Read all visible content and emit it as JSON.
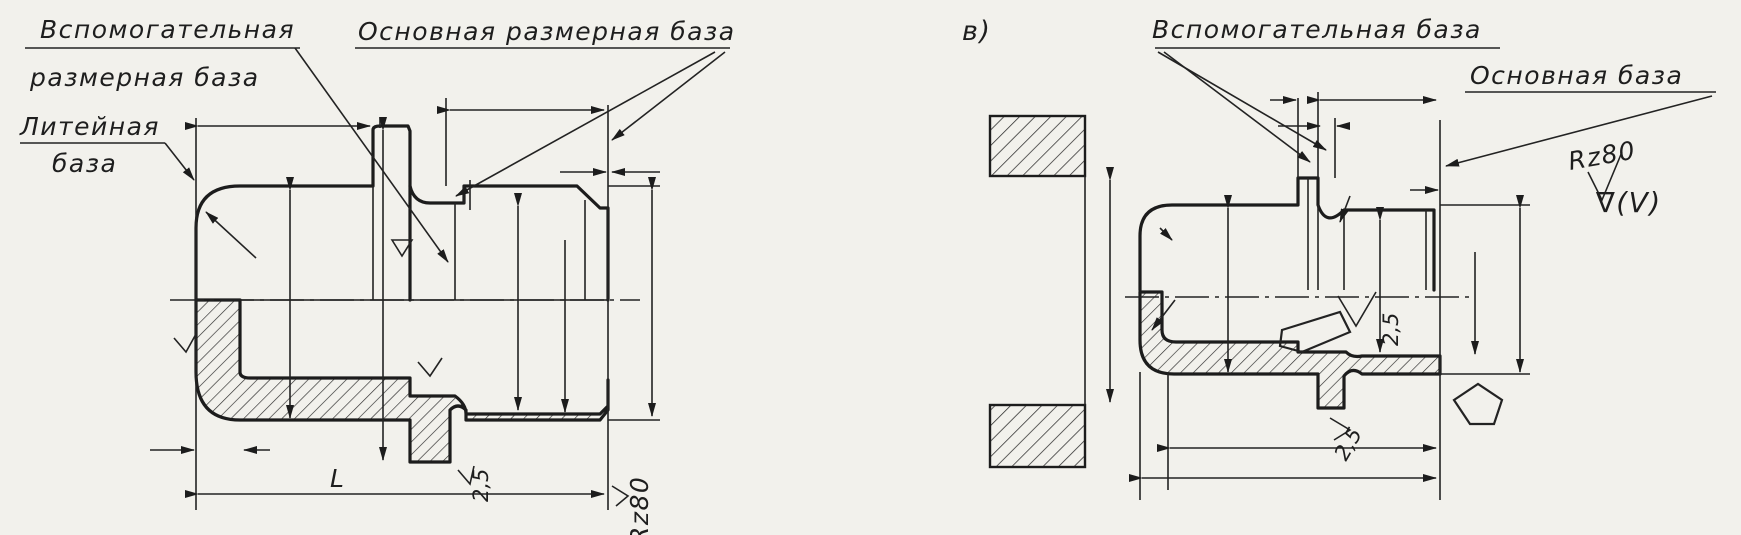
{
  "figure_v": {
    "label": "в)"
  },
  "left_drawing": {
    "aux_base_line1": "Вспомогательная",
    "aux_base_line2": "размерная база",
    "main_dim_base": "Основная размерная база",
    "cast_base_line1": "Литейная",
    "cast_base_line2": "база",
    "dim_length": "L",
    "roughness_value": "2,5",
    "roughness_rz": "Rz80"
  },
  "right_drawing": {
    "aux_base": "Вспомогательная база",
    "main_base": "Основная база",
    "roughness_spec": "Rz80",
    "roughness_mark": "∇(V)",
    "roughness_lower": "2,5",
    "roughness_mid": "2,5"
  }
}
